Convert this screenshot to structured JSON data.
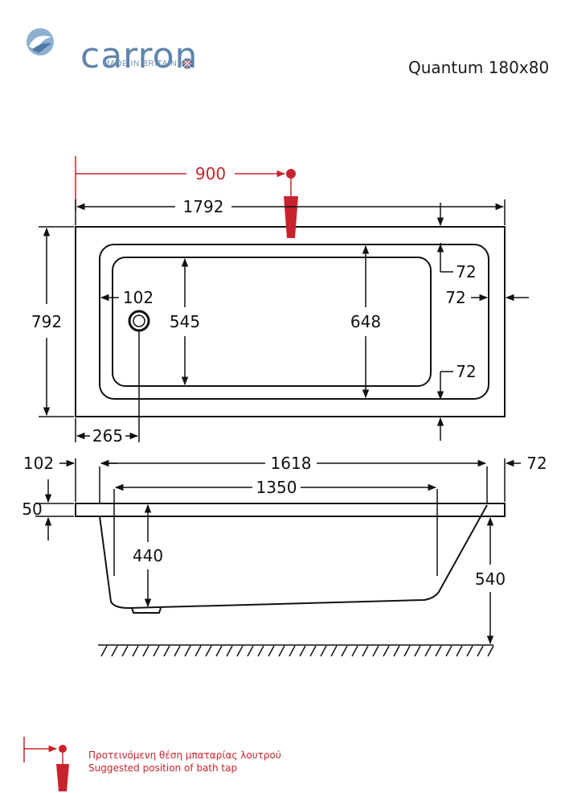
{
  "header": {
    "brand": "carron",
    "tagline": "MADE IN BRITAIN",
    "model": "Quantum 180x80"
  },
  "plan_view": {
    "tap_distance": "900",
    "overall_length": "1792",
    "overall_width": "792",
    "inner_width": "545",
    "outer_inner_width": "648",
    "rim_top": "72",
    "rim_end": "72",
    "rim_bottom": "72",
    "waste_offset_end": "102",
    "waste_offset_side": "265"
  },
  "side_view": {
    "rim_left": "102",
    "rim_thickness": "50",
    "top_length": "1618",
    "bottom_length": "1350",
    "rim_right": "72",
    "depth": "440",
    "height": "540"
  },
  "legend": {
    "greek": "Προτεινόμενη θέση μπαταρίας λουτρού",
    "english": "Suggested position of bath tap"
  },
  "colors": {
    "tap_red": "#c8232c",
    "brand_blue": "#5f84ad"
  }
}
